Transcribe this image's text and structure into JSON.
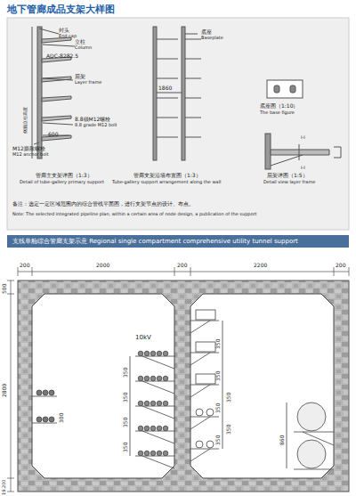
{
  "diagram": {
    "title": "地下管廊成品支架大样图",
    "nodes": [
      {
        "text": [
          "支线单舱综合管廊支架示意 Regional single compartment comprehensive utility tunnel support"
        ]
      }
    ],
    "labels": [
      "封头",
      "End cap",
      "立柱",
      "Column",
      "ADC-8282.5",
      "层架",
      "Layer frame",
      "8.8级M12螺栓",
      "8.8 grade M12 bolt",
      "M12膨胀螺栓",
      "M12 anchor bolt",
      "600",
      "侧面立柱高度",
      "底座",
      "Baseplate",
      "1860",
      "底座图（1:10）",
      "The base figure",
      "I-I",
      "I-I",
      "管廊主支架详图（1:3）",
      "Detail of tube-gallery primary support",
      "管廊支架沿墙布置图（1:3）",
      "Tube-gallery support arrangement along the wall",
      "层架详图（1:5）",
      "Detail view layer frame",
      "备注：选定一定区域范围内的综合管线平面图，进行支架节点的设计、布点。",
      "Note: The selected integrated pipeline plan, within a certain area of node design, a publication of the support",
      "200",
      "2000",
      "200",
      "2200",
      "200",
      "500",
      "2800",
      "19.200",
      "10kV",
      "350",
      "350",
      "350",
      "350",
      "300",
      "350",
      "350",
      "350",
      "350",
      "350",
      "350",
      "860"
    ]
  }
}
